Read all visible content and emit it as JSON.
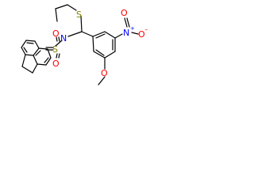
{
  "molecule": {
    "labels": {
      "N_ring": "N",
      "S_ring": "S",
      "S_sulfonyl": "S",
      "O_sulfonyl_upper": "O",
      "O_sulfonyl_lower": "O",
      "N_nitro": "N",
      "N_nitro_charge": "+",
      "O_nitro_upper": "O",
      "O_nitro_right": "O",
      "O_nitro_right_charge": "−",
      "O_methoxy": "O"
    },
    "colors": {
      "bond": "#000000",
      "oxygen": "#ff0000",
      "sulfur": "#808000",
      "nitrogen": "#0000ff",
      "background": "#ffffff"
    }
  }
}
